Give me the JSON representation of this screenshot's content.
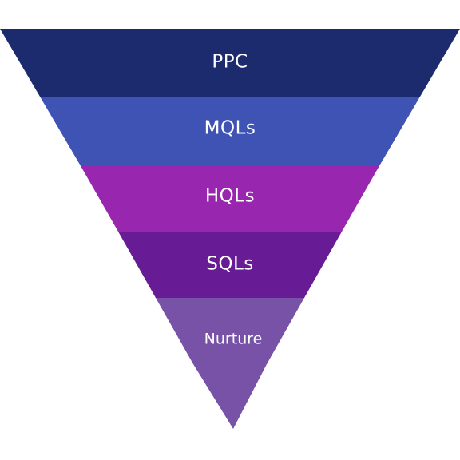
{
  "funnel": {
    "stages": [
      {
        "label": "PPC",
        "color": "#1c2a6e"
      },
      {
        "label": "MQLs",
        "color": "#3e53b4"
      },
      {
        "label": "HQLs",
        "color": "#9826ae"
      },
      {
        "label": "SQLs",
        "color": "#671b94"
      },
      {
        "label": "Nurture",
        "color": "#7752a6"
      }
    ],
    "tip_color": "#7752a6"
  }
}
